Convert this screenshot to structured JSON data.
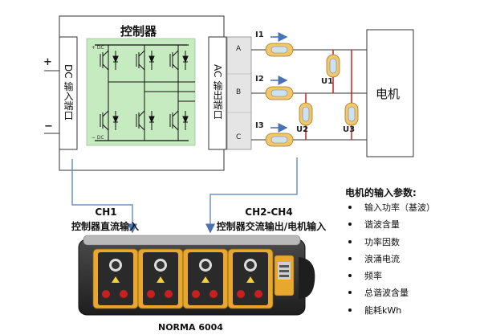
{
  "controller": {
    "title": "控制器",
    "dc_port_label": "DC 输入端口",
    "ac_port_label": "AC 输出端口",
    "dc_plus_small": "+ DC",
    "dc_minus_small": "− DC"
  },
  "dc_input": {
    "plus": "+",
    "minus": "−"
  },
  "phases": {
    "letters": [
      "A",
      "B",
      "C"
    ],
    "currents": [
      "I1",
      "I2",
      "I3"
    ],
    "voltages": [
      "U1",
      "U2",
      "U3"
    ]
  },
  "motor": {
    "label": "电机"
  },
  "channels": [
    {
      "title": "CH1",
      "subtitle": "控制器直流输入"
    },
    {
      "title": "CH2-CH4",
      "subtitle": "控制器交流输出/电机输入"
    }
  ],
  "params": {
    "heading": "电机的输入参数:",
    "items": [
      "输入功率（基波）",
      "谐波含量",
      "功率因数",
      "浪涌电流",
      "频率",
      "总谐波含量",
      "能耗kWh"
    ]
  },
  "device": {
    "name": "NORMA 6004"
  },
  "colors": {
    "inverter_bg": "#c7ebc0",
    "probe_fill": "#f3c66a",
    "probe_core": "#cfe0ee",
    "arrow_blue": "#3d6fb8",
    "signal_line": "#6a93c4",
    "red_wire": "#c8201f",
    "device_body": "#2e2e2e",
    "device_orange": "#e8a830"
  }
}
